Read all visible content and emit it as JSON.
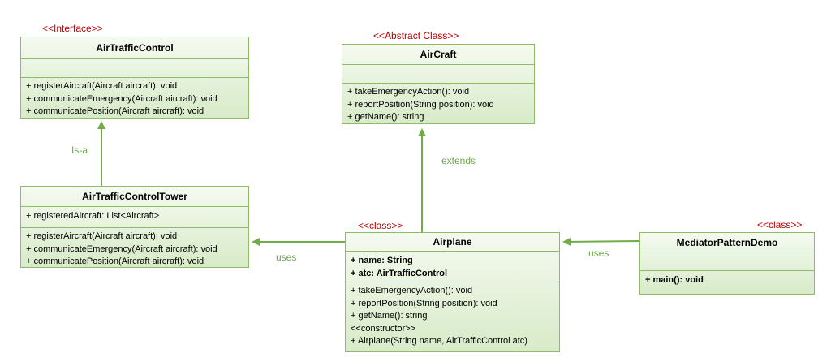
{
  "colors": {
    "stereotype": "#c00000",
    "border": "#8dbb6a",
    "connector": "#70ad47",
    "label": "#6aa84f"
  },
  "air_traffic_control": {
    "stereotype": "<<Interface>>",
    "name": "AirTrafficControl",
    "methods": [
      "+ registerAircraft(Aircraft aircraft): void",
      "+ communicateEmergency(Aircraft aircraft): void",
      "+ communicatePosition(Aircraft aircraft): void"
    ]
  },
  "aircraft": {
    "stereotype": "<<Abstract Class>>",
    "name": "AirCraft",
    "methods": [
      "+ takeEmergencyAction(): void",
      "+ reportPosition(String position): void",
      "+ getName(): string"
    ]
  },
  "tower": {
    "name": "AirTrafficControlTower",
    "attributes": [
      "+ registeredAircraft: List<Aircraft>"
    ],
    "methods": [
      "+ registerAircraft(Aircraft aircraft): void",
      "+ communicateEmergency(Aircraft aircraft): void",
      "+ communicatePosition(Aircraft aircraft): void"
    ]
  },
  "airplane": {
    "stereotype": "<<class>>",
    "name": "Airplane",
    "attributes": [
      "+ name: String",
      "+ atc: AirTrafficControl"
    ],
    "methods": [
      "+ takeEmergencyAction(): void",
      "+ reportPosition(String position): void",
      "+ getName(): string",
      "<<constructor>>",
      "+ Airplane(String name, AirTrafficControl atc)"
    ]
  },
  "demo": {
    "stereotype": "<<class>>",
    "name": "MediatorPatternDemo",
    "methods": [
      "+ main(): void"
    ]
  },
  "relations": {
    "is_a": "Is-a",
    "extends": "extends",
    "uses_tower": "uses",
    "uses_airplane": "uses"
  }
}
